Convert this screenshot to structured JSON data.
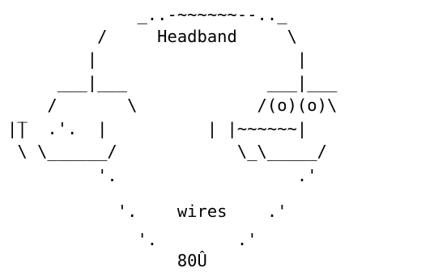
{
  "art": {
    "color": "#000000",
    "background": "#ffffff",
    "lines": [
      "             _..-~~~~~~--.._",
      "         /     Headband     \\",
      "        |                    |",
      "     ___|___              ___|___",
      "    /       \\            /(o)(o)\\",
      "|̅|  .'.  |          | |~~~~~~|",
      " \\ \\______/            \\_\\_____/",
      "         '.                  .'",
      "           '.    wires    .'",
      "             '.        .'",
      "                 80Û"
    ]
  }
}
